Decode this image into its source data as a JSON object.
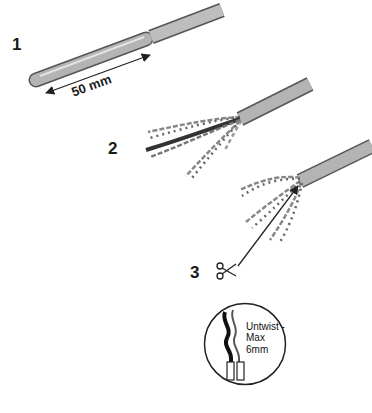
{
  "diagram": {
    "nodes": [
      {
        "text": [
          "Untwist - Max 6mm"
        ]
      }
    ],
    "labels": [
      "1",
      "50 mm",
      "2",
      "3"
    ]
  }
}
